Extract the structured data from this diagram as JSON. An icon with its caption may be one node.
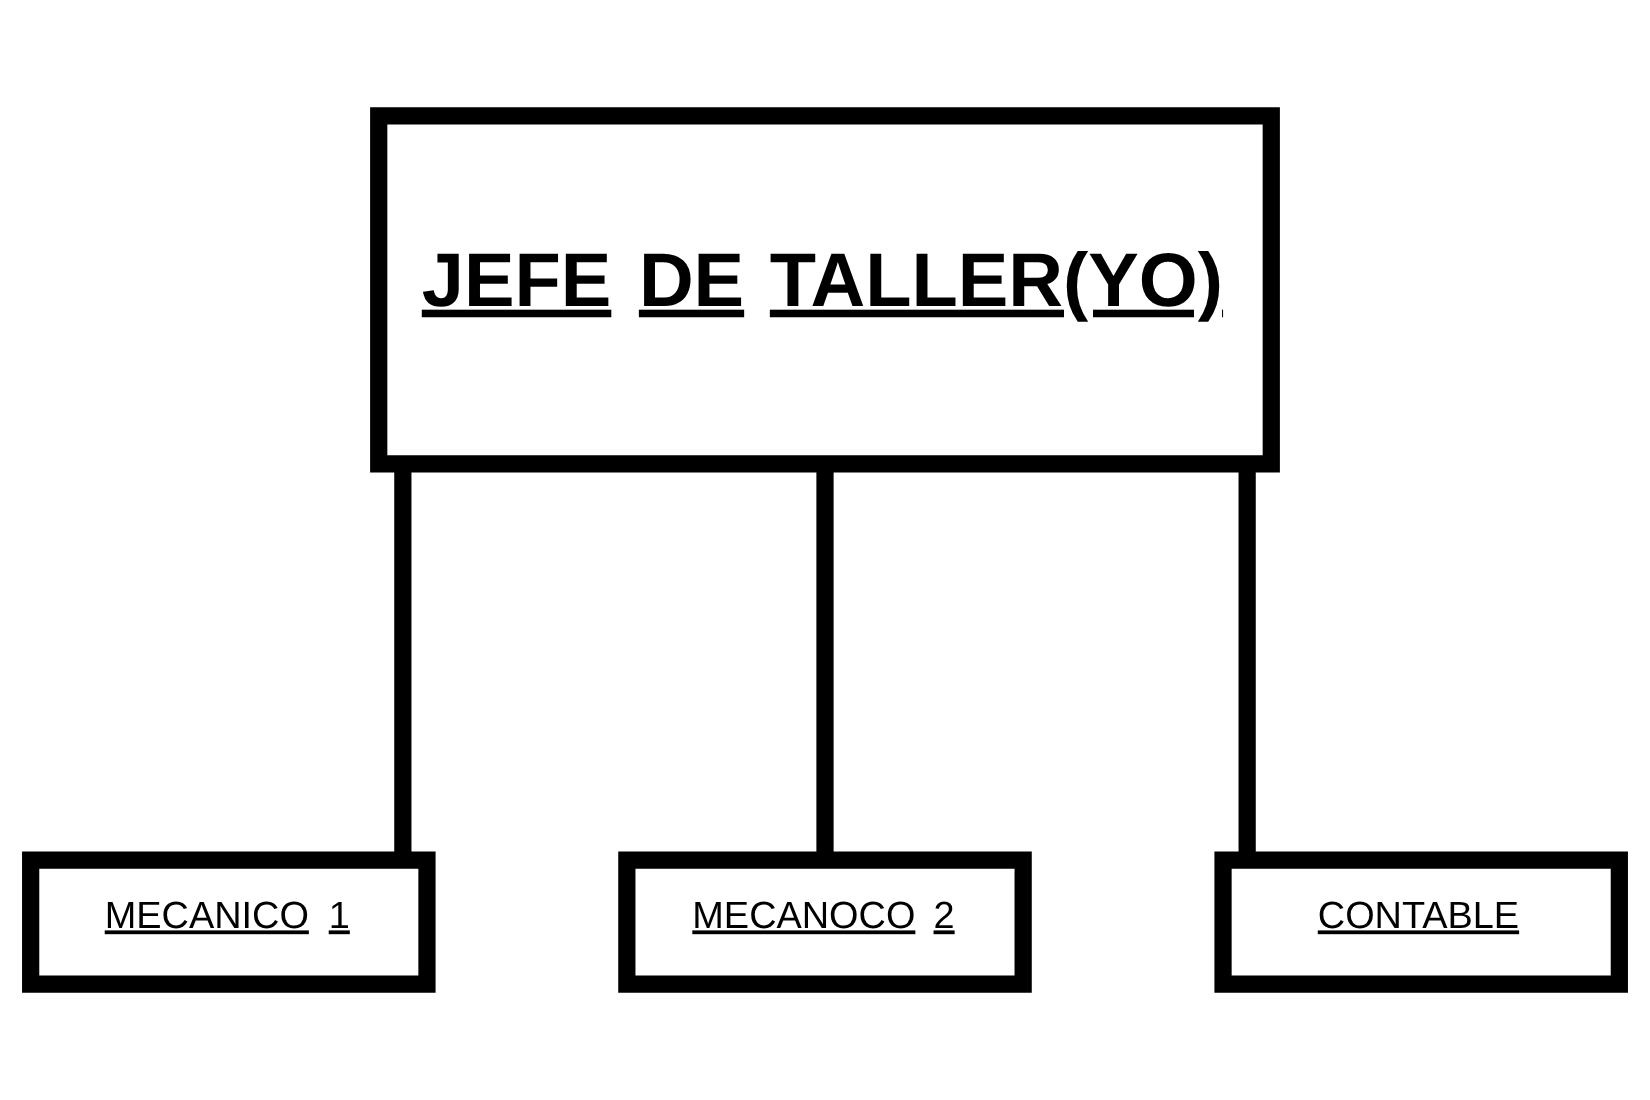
{
  "diagram": {
    "nodes": [
      {
        "text": [
          "JEFE DE TALLER(YO)"
        ]
      },
      {
        "text": [
          "MECANICO 1"
        ]
      },
      {
        "text": [
          "MECANOCO 2"
        ]
      },
      {
        "text": [
          "CONTABLE"
        ]
      }
    ],
    "edges": [
      {
        "from": 0,
        "to": 1,
        "arrow": "none"
      },
      {
        "from": 0,
        "to": 2,
        "arrow": "none"
      },
      {
        "from": 0,
        "to": 3,
        "arrow": "none"
      }
    ]
  }
}
